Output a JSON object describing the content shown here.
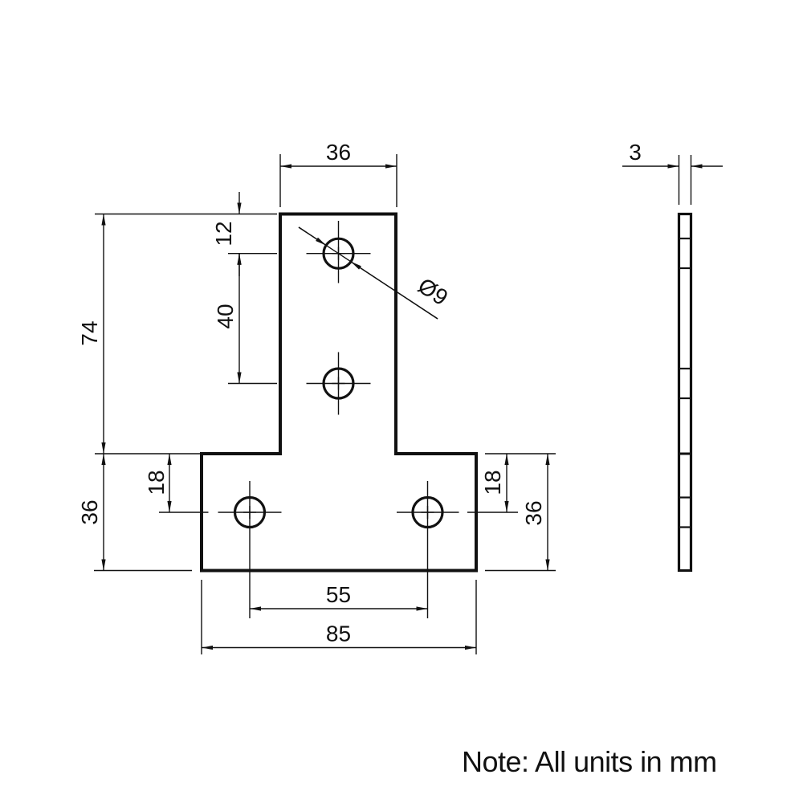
{
  "drawing": {
    "note": "Note: All units in mm",
    "front_view": {
      "stem_width": "36",
      "first_hole_from_top": "12",
      "stem_hole_spacing": "40",
      "stem_height": "74",
      "base_height_left": "36",
      "base_hole_offset_left": "18",
      "base_hole_offset_right": "18",
      "base_height_right": "36",
      "base_hole_spacing": "55",
      "base_width": "85",
      "hole_diameter": "Ø9"
    },
    "side_view": {
      "thickness": "3"
    },
    "colors": {
      "line": "#111111",
      "background": "#ffffff"
    }
  }
}
